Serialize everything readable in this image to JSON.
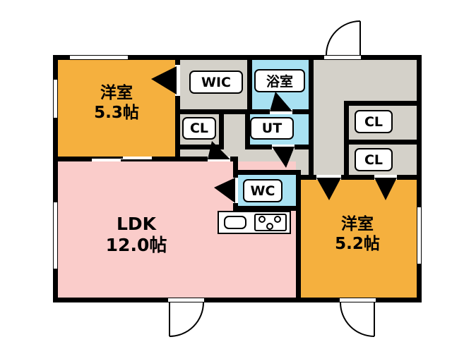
{
  "floorplan": {
    "colors": {
      "bedroom": "#F5B03E",
      "ldk": "#FACCCA",
      "wet": "#A8E1F2",
      "hall": "#D4D1C9",
      "wall": "#000000",
      "bg": "#FFFFFF"
    },
    "rooms": {
      "bedroom1": {
        "name": "洋室",
        "size": "5.3帖"
      },
      "ldk": {
        "name": "LDK",
        "size": "12.0帖"
      },
      "bedroom2": {
        "name": "洋室",
        "size": "5.2帖"
      },
      "wic": "WIC",
      "bath": "浴室",
      "ut": "UT",
      "wc": "WC",
      "closet_mid": "CL",
      "closet_right_top": "CL",
      "closet_right_bottom": "CL"
    }
  }
}
